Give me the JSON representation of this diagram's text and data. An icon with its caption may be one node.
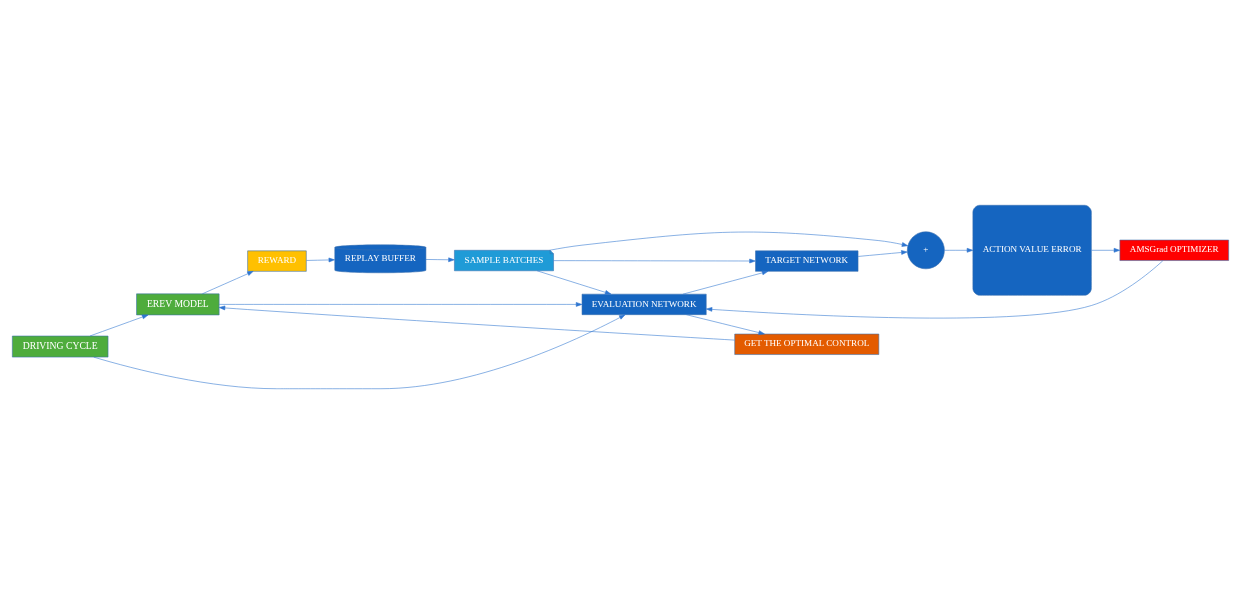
{
  "diagram": {
    "nodes": [
      {
        "text": [
          "DRIVING CYCLE"
        ]
      },
      {
        "text": [
          "EREV MODEL"
        ]
      },
      {
        "text": [
          "REWARD"
        ]
      },
      {
        "text": [
          "REPLAY BUFFER"
        ]
      },
      {
        "text": [
          "SAMPLE BATCHES"
        ]
      },
      {
        "text": [
          "EVALUATION NETWORK"
        ]
      },
      {
        "text": [
          "TARGET NETWORK"
        ]
      },
      {
        "text": [
          "GET THE OPTIMAL CONTROL"
        ]
      },
      {
        "text": [
          "+"
        ]
      },
      {
        "text": [
          "ACTION VALUE ERROR"
        ]
      },
      {
        "text": [
          "AMSGrad OPTIMIZER"
        ]
      }
    ],
    "edges": [
      {
        "from": 0,
        "to": 1,
        "arrow": "to"
      },
      {
        "from": 0,
        "to": 5,
        "arrow": "to"
      },
      {
        "from": 1,
        "to": 5,
        "arrow": "to"
      },
      {
        "from": 1,
        "to": 2,
        "arrow": "to"
      },
      {
        "from": 2,
        "to": 3,
        "arrow": "to"
      },
      {
        "from": 3,
        "to": 4,
        "arrow": "to"
      },
      {
        "from": 4,
        "to": 5,
        "arrow": "to"
      },
      {
        "from": 4,
        "to": 6,
        "arrow": "to"
      },
      {
        "from": 4,
        "to": 8,
        "arrow": "to"
      },
      {
        "from": 5,
        "to": 6,
        "arrow": "to"
      },
      {
        "from": 5,
        "to": 7,
        "arrow": "to"
      },
      {
        "from": 7,
        "to": 1,
        "arrow": "to"
      },
      {
        "from": 6,
        "to": 8,
        "arrow": "to"
      },
      {
        "from": 8,
        "to": 9,
        "arrow": "to"
      },
      {
        "from": 9,
        "to": 10,
        "arrow": "to"
      },
      {
        "from": 10,
        "to": 5,
        "arrow": "to"
      }
    ]
  }
}
